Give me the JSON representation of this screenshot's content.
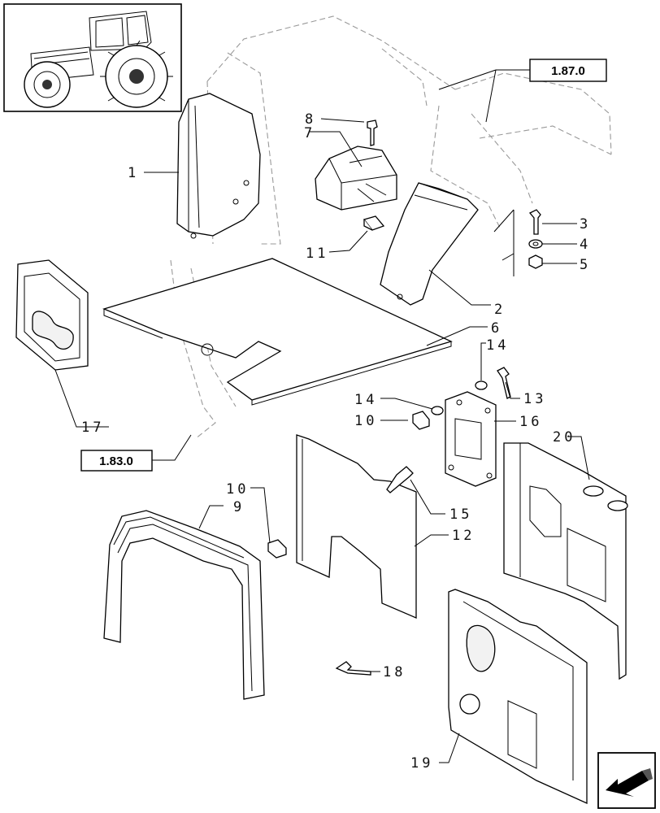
{
  "references": {
    "ref_187": "1.87.0",
    "ref_183": "1.83.0"
  },
  "labels": {
    "l1": "1",
    "l2": "2",
    "l3": "3",
    "l4": "4",
    "l5": "5",
    "l6": "6",
    "l7": "7",
    "l8": "8",
    "l9": "9",
    "l10a": "10",
    "l10b": "10",
    "l11": "11",
    "l12": "12",
    "l13": "13",
    "l14a": "14",
    "l14b": "14",
    "l15": "15",
    "l16": "16",
    "l17": "17",
    "l18": "18",
    "l19": "19",
    "l20": "20"
  },
  "icons": {
    "thumbnail": "tractor-thumbnail-icon",
    "nav": "page-back-arrow-icon"
  }
}
